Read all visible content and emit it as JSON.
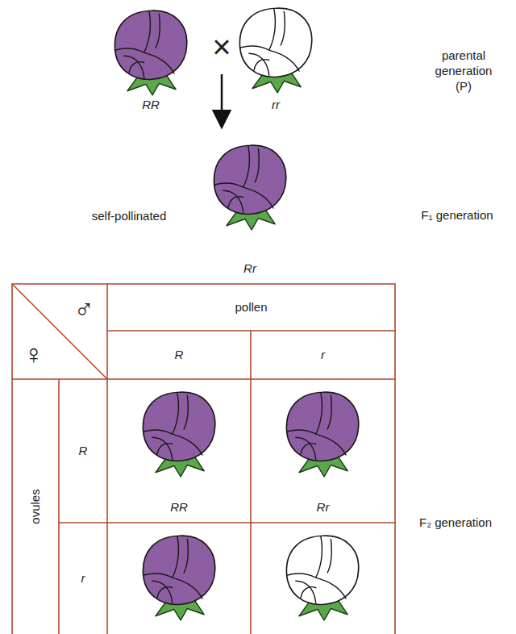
{
  "diagram": {
    "nodes": [
      {
        "text": [
          "♂",
          "♀"
        ]
      },
      {
        "text": [
          "pollen"
        ]
      },
      {
        "text": [
          "R"
        ]
      },
      {
        "text": [
          "r"
        ]
      },
      {
        "text": [
          "ovules"
        ]
      },
      {
        "text": [
          "R"
        ]
      },
      {
        "text": [
          "r"
        ]
      },
      {
        "text": [
          "RR"
        ]
      },
      {
        "text": [
          "Rr"
        ]
      }
    ],
    "labels": [
      "×",
      "RR",
      "rr",
      "parental generation (P)",
      "self-pollinated",
      "Rr",
      "F₁ generation",
      "F₂ generation"
    ]
  }
}
